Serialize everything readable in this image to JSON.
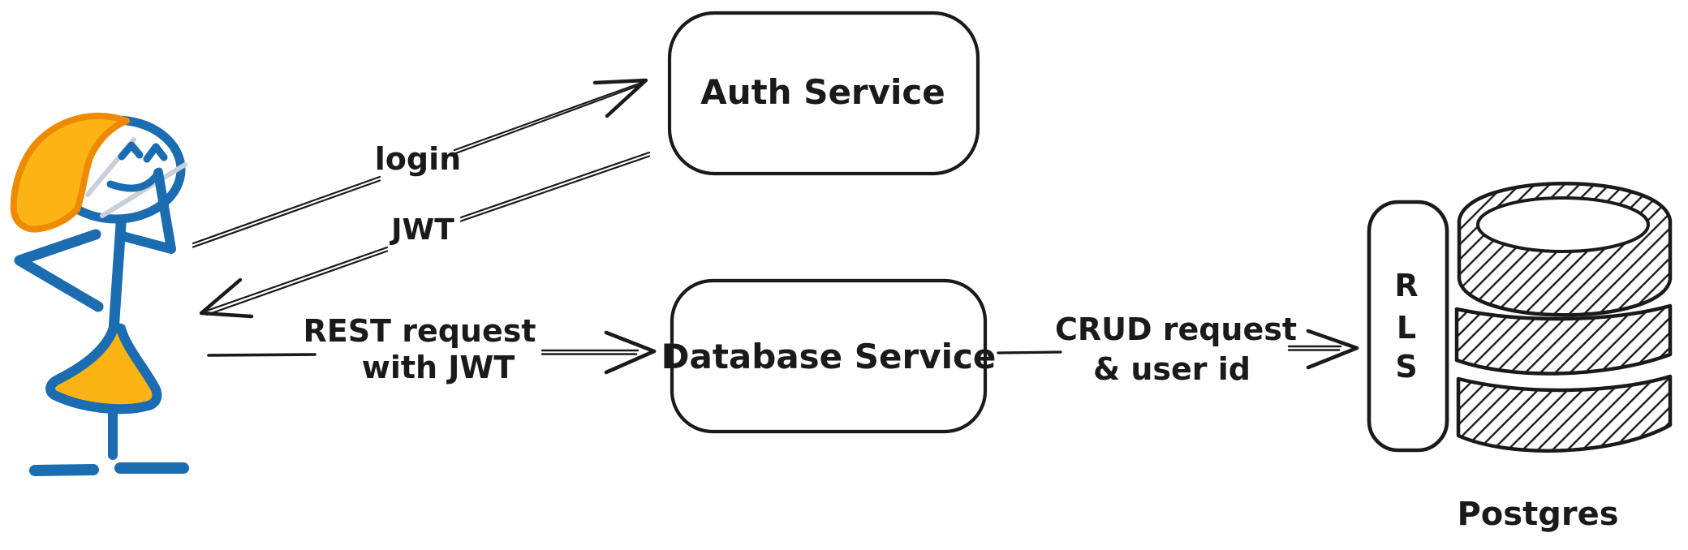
{
  "diagram": {
    "nodes": {
      "auth_service": {
        "label": "Auth Service"
      },
      "database_service": {
        "label": "Database Service"
      },
      "rls": {
        "label": "RLS",
        "letters": [
          "R",
          "L",
          "S"
        ]
      },
      "postgres": {
        "label": "Postgres"
      }
    },
    "edges": {
      "login": {
        "label": "login"
      },
      "jwt": {
        "label": "JWT"
      },
      "rest": {
        "lines": [
          "REST request",
          "with JWT"
        ]
      },
      "crud": {
        "lines": [
          "CRUD request",
          "& user id"
        ]
      }
    },
    "icons": {
      "user_figure": "stick-person-with-orange-hair-and-dress",
      "database": "hatched-database-cylinder"
    },
    "colors": {
      "ink": "#1a1a1a",
      "figure_blue": "#1b6cb1",
      "figure_orange": "#fcb414",
      "figure_orange_outline": "#ee8a00",
      "face_highlight_gray": "#c9cfd8",
      "background": "#ffffff"
    }
  }
}
